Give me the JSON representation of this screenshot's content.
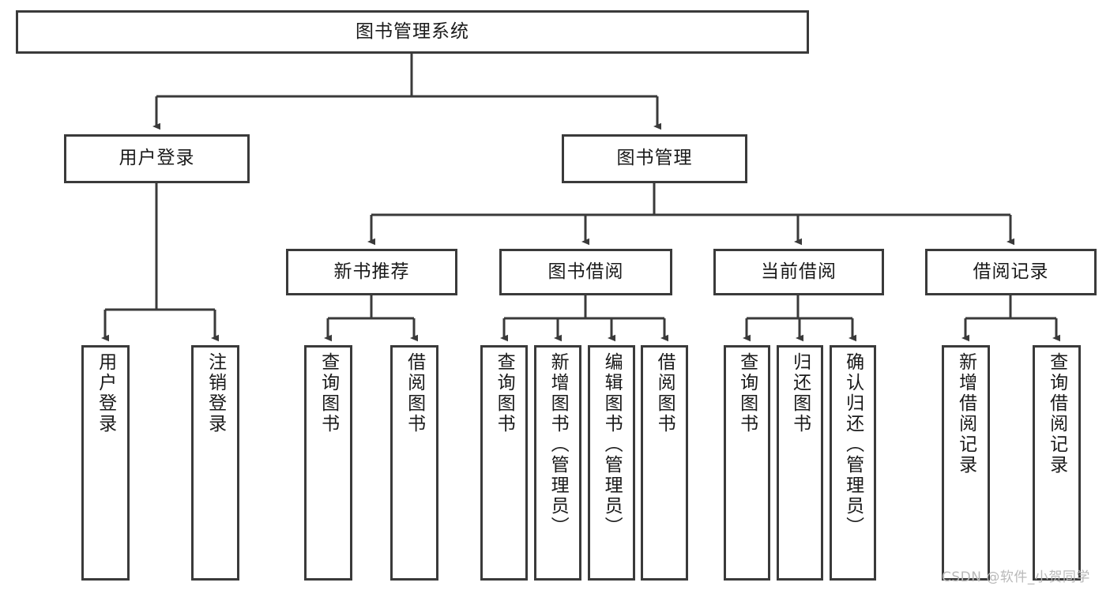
{
  "diagram": {
    "type": "tree-hierarchy",
    "title": "图书管理系统",
    "watermark": "CSDN @软件_小贺同学",
    "colors": {
      "border": "#3a3a3a",
      "background": "#ffffff",
      "text": "#1a1a1a",
      "watermark": "#b9b9b9"
    },
    "root": {
      "label": "图书管理系统"
    },
    "level1": [
      {
        "label": "用户登录"
      },
      {
        "label": "图书管理"
      }
    ],
    "level2": [
      {
        "label": "新书推荐"
      },
      {
        "label": "图书借阅"
      },
      {
        "label": "当前借阅"
      },
      {
        "label": "借阅记录"
      }
    ],
    "leaves": {
      "user_login": [
        {
          "label": "用户登录"
        },
        {
          "label": "注销登录"
        }
      ],
      "new_book_recommend": [
        {
          "label": "查询图书"
        },
        {
          "label": "借阅图书"
        }
      ],
      "book_borrow": [
        {
          "label": "查询图书"
        },
        {
          "label": "新增图书（管理员）"
        },
        {
          "label": "编辑图书（管理员）"
        },
        {
          "label": "借阅图书"
        }
      ],
      "current_borrow": [
        {
          "label": "查询图书"
        },
        {
          "label": "归还图书"
        },
        {
          "label": "确认归还（管理员）"
        }
      ],
      "borrow_records": [
        {
          "label": "新增借阅记录"
        },
        {
          "label": "查询借阅记录"
        }
      ]
    }
  }
}
